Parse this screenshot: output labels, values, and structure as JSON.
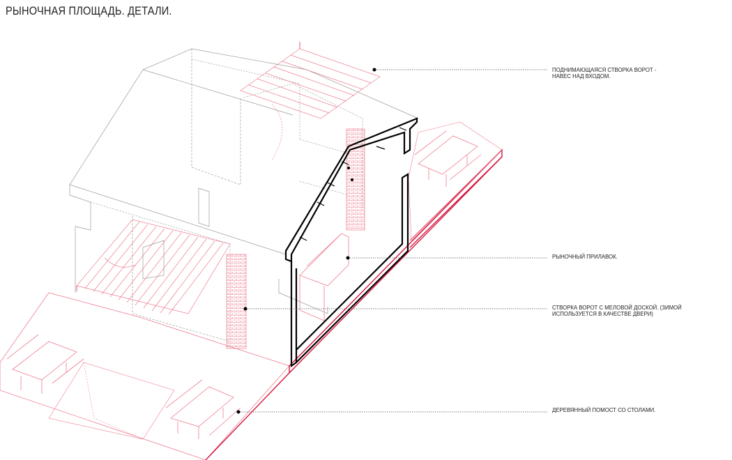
{
  "title": "РЫНОЧНАЯ ПЛОЩАДЬ. ДЕТАЛИ.",
  "colors": {
    "accent": "#d4143c",
    "accent_light": "#ee7c8f",
    "line": "#000000",
    "line_light": "#9a9a9a"
  },
  "callouts": [
    {
      "id": "raising-gate",
      "text": "ПОДНИМАЮЩАЯСЯ СТВОРКА ВОРОТ -\nНАВЕС НАД ВХОДОМ."
    },
    {
      "id": "market-counter",
      "text": "РЫНОЧНЫЙ ПРИЛАВОК."
    },
    {
      "id": "chalkboard-gate",
      "text": "СТВОРКА ВОРОТ С МЕЛОВОЙ ДОСКОЙ. (ЗИМОЙ\nИСПОЛЬЗУЕТСЯ В КАЧЕСТВЕ ДВЕРИ)"
    },
    {
      "id": "wooden-deck",
      "text": "ДЕРЕВЯННЫЙ ПОМОСТ СО СТОЛАМИ."
    }
  ]
}
